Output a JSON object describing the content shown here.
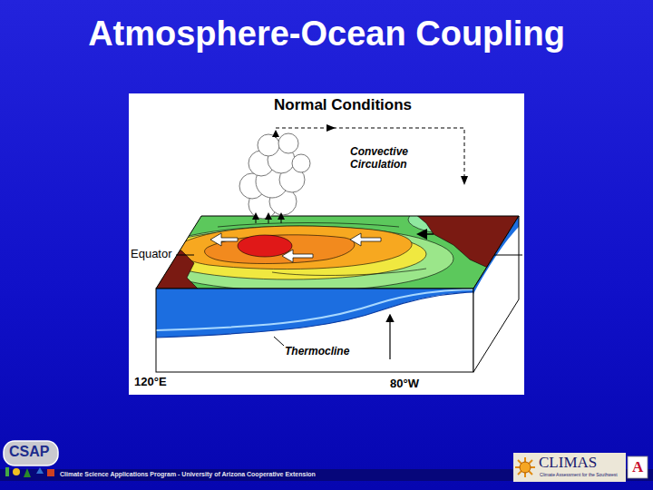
{
  "diagram": {
    "title": "Atmosphere-Ocean Coupling",
    "labels": [
      "Normal Conditions",
      "Convective Circulation",
      "Equator",
      "Thermocline",
      "120°E",
      "80°W",
      "CSAP",
      "Climate Science Applications Program - University of Arizona Cooperative Extension",
      "CLIMAS",
      "Climate Assessment for the Southwest",
      "A"
    ]
  }
}
